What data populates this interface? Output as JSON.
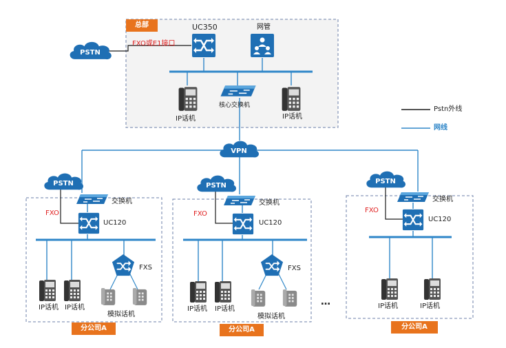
{
  "hq": {
    "tag": "总部",
    "pstn": "PSTN",
    "uplink_label": "FXO或E1接口",
    "uc_label": "UC350",
    "nms_label": "网管",
    "core_switch_label": "核心交换机",
    "phone_left_label": "IP话机",
    "phone_right_label": "IP话机"
  },
  "vpn": "VPN",
  "legend": {
    "pstn_line": "Pstn外线",
    "network_line": "网线",
    "pstn_color": "#1a1a1a",
    "network_color": "#2e86c8"
  },
  "branches": [
    {
      "pstn": "PSTN",
      "switch_label": "交换机",
      "fxo_label": "FXO",
      "uc_label": "UC120",
      "fxs_label": "FXS",
      "phone1_label": "IP话机",
      "phone2_label": "IP话机",
      "analog_label": "模拟话机",
      "tag": "分公司A"
    },
    {
      "pstn": "PSTN",
      "switch_label": "交换机",
      "fxo_label": "FXO",
      "uc_label": "UC120",
      "fxs_label": "FXS",
      "phone1_label": "IP话机",
      "phone2_label": "IP话机",
      "analog_label": "模拟话机",
      "tag": "分公司A"
    },
    {
      "pstn": "PSTN",
      "switch_label": "交换机",
      "fxo_label": "FXO",
      "uc_label": "UC120",
      "phone1_label": "IP话机",
      "phone2_label": "IP话机",
      "tag": "分公司A"
    }
  ],
  "ellipsis": "…",
  "icons": {
    "cloud": "cloud-icon",
    "router": "router-icon",
    "switch": "switch-icon",
    "ip_phone": "ip-phone-icon",
    "analog_phone": "analog-phone-icon",
    "network_manager": "network-manager-icon",
    "fxs_gateway": "fxs-gateway-icon"
  },
  "colors": {
    "accent_orange": "#e8731d",
    "device_blue": "#1f6fb4",
    "bus_blue": "#2e86c8",
    "red_text": "#e02020"
  }
}
